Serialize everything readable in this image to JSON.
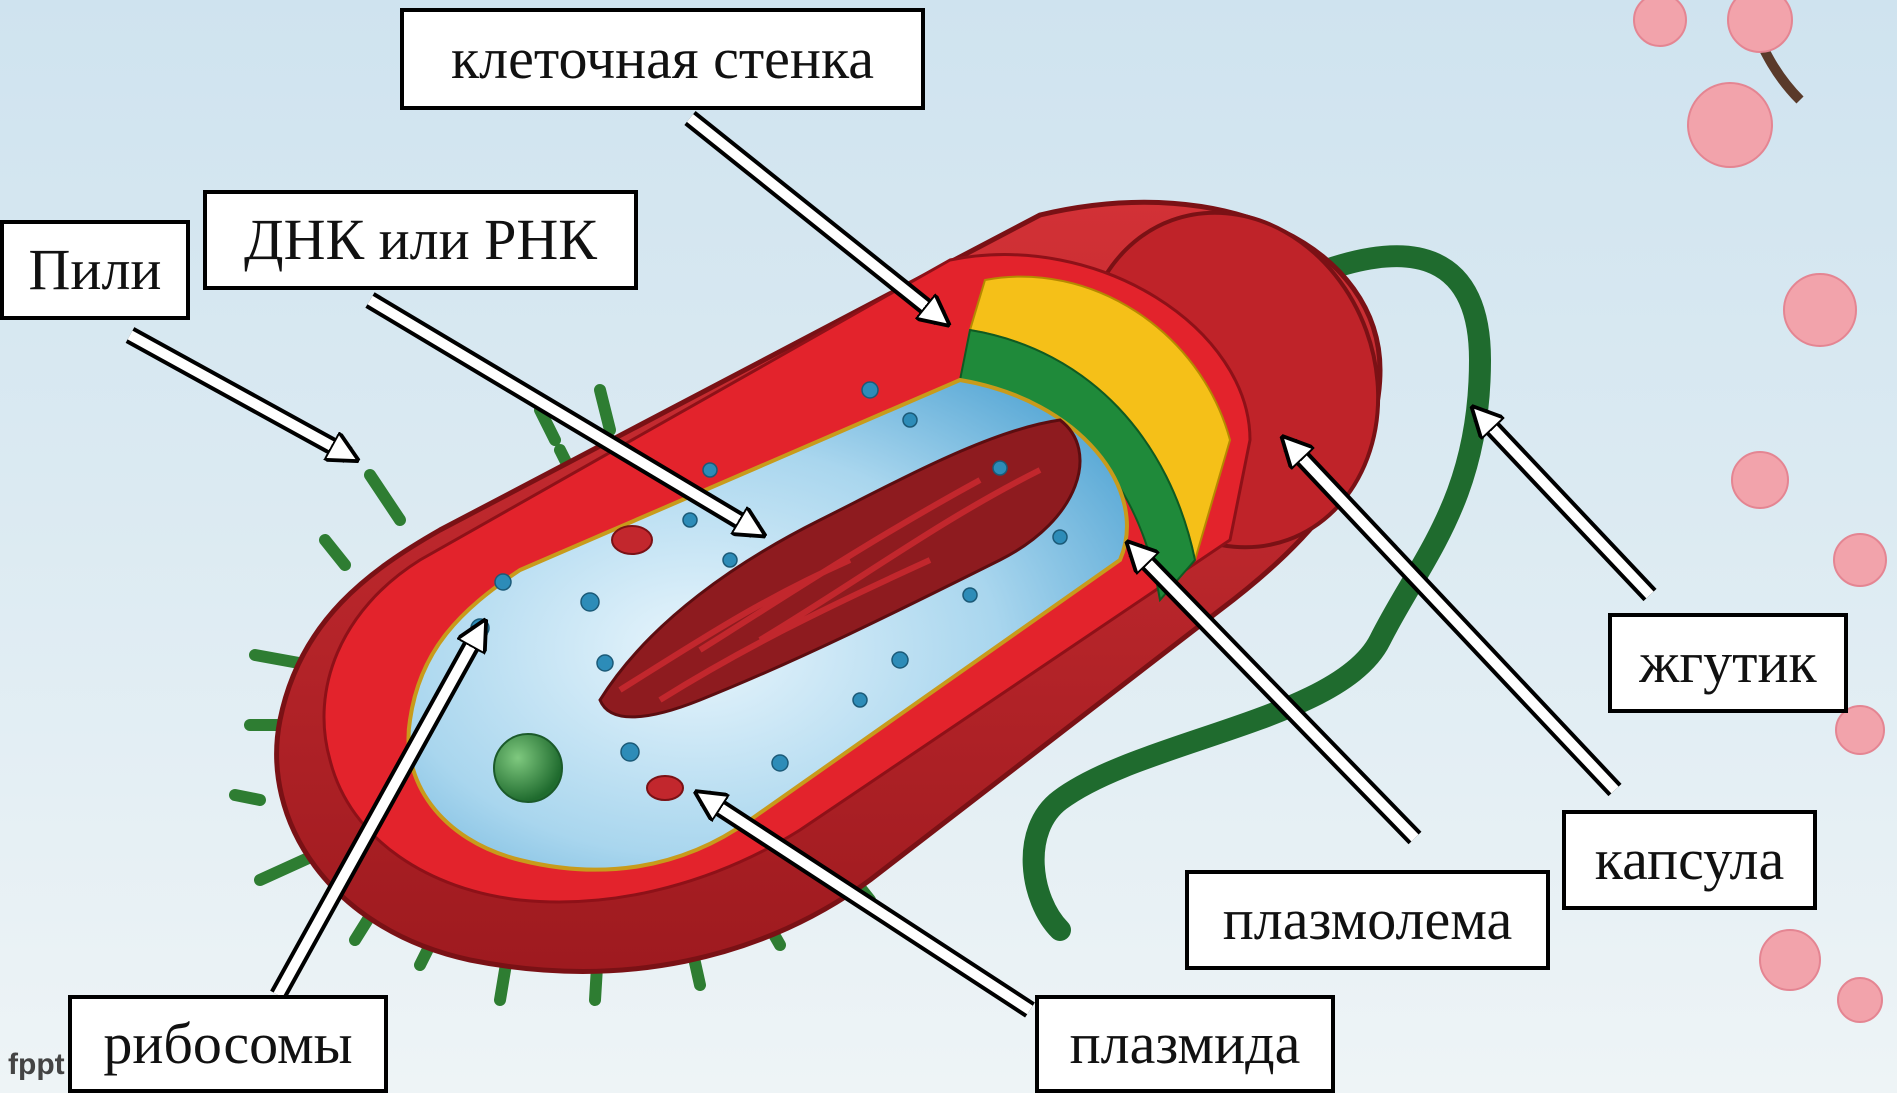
{
  "labels": {
    "cell_wall": "клеточная стенка",
    "pili": "Пили",
    "dna_rna": "ДНК или РНК",
    "flagellum": "жгутик",
    "capsule": "капсула",
    "plasmalemma": "плазмолема",
    "ribosomes": "рибосомы",
    "plasmid": "плазмида"
  },
  "watermark": "fppt",
  "colors": {
    "capsule": "#c2272d",
    "cell_wall": "#e3232c",
    "membrane_yellow": "#f5c018",
    "membrane_green": "#1f8a3a",
    "cytoplasm": "#9fd0ea",
    "nucleoid": "#8e1b1f",
    "flagellum": "#1f6b2e",
    "blossom": "#f2a3ab"
  }
}
